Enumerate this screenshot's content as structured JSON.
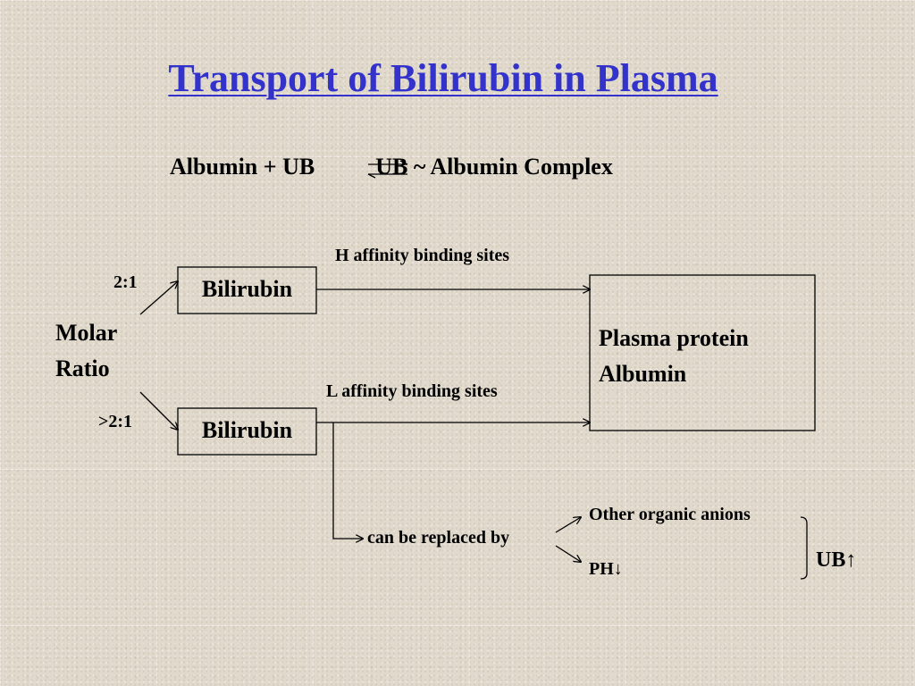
{
  "title": "Transport of Bilirubin in Plasma",
  "equation": {
    "left": "Albumin + UB",
    "right": "UB ~ Albumin Complex"
  },
  "molar_ratio": {
    "line1": "Molar",
    "line2": "Ratio",
    "high_ratio": "2:1",
    "low_ratio": ">2:1"
  },
  "nodes": {
    "bilirubin_top": "Bilirubin",
    "bilirubin_bottom": "Bilirubin",
    "albumin_line1": "Plasma protein",
    "albumin_line2": "Albumin"
  },
  "edges": {
    "h_affinity": "H affinity binding sites",
    "l_affinity": "L affinity binding sites",
    "replaced_by": "can be replaced by"
  },
  "replacers": {
    "other_anions": "Other organic anions",
    "ph": "PH↓",
    "result": "UB↑"
  }
}
